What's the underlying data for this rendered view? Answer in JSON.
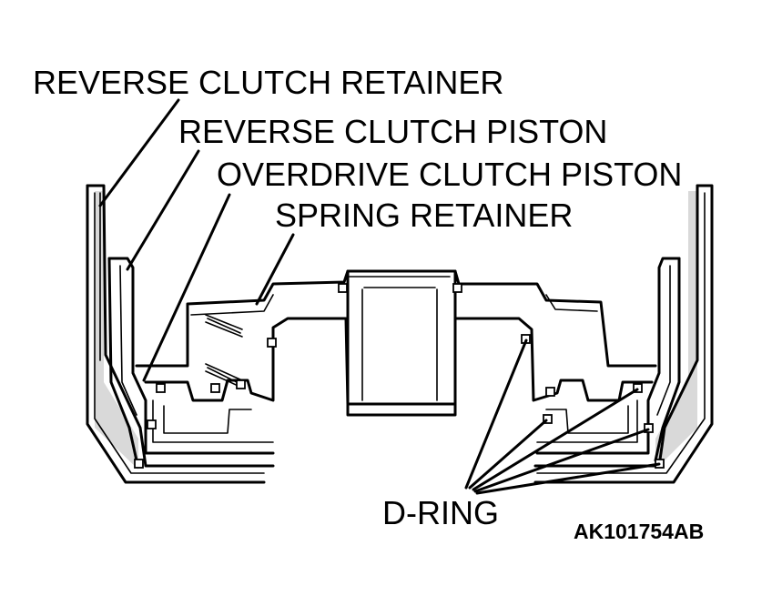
{
  "labels": {
    "reverse_clutch_retainer": "REVERSE CLUTCH RETAINER",
    "reverse_clutch_piston": "REVERSE CLUTCH PISTON",
    "overdrive_clutch_piston": "OVERDRIVE CLUTCH PISTON",
    "spring_retainer": "SPRING RETAINER",
    "d_ring": "D-RING"
  },
  "reference_code": "AK101754AB"
}
